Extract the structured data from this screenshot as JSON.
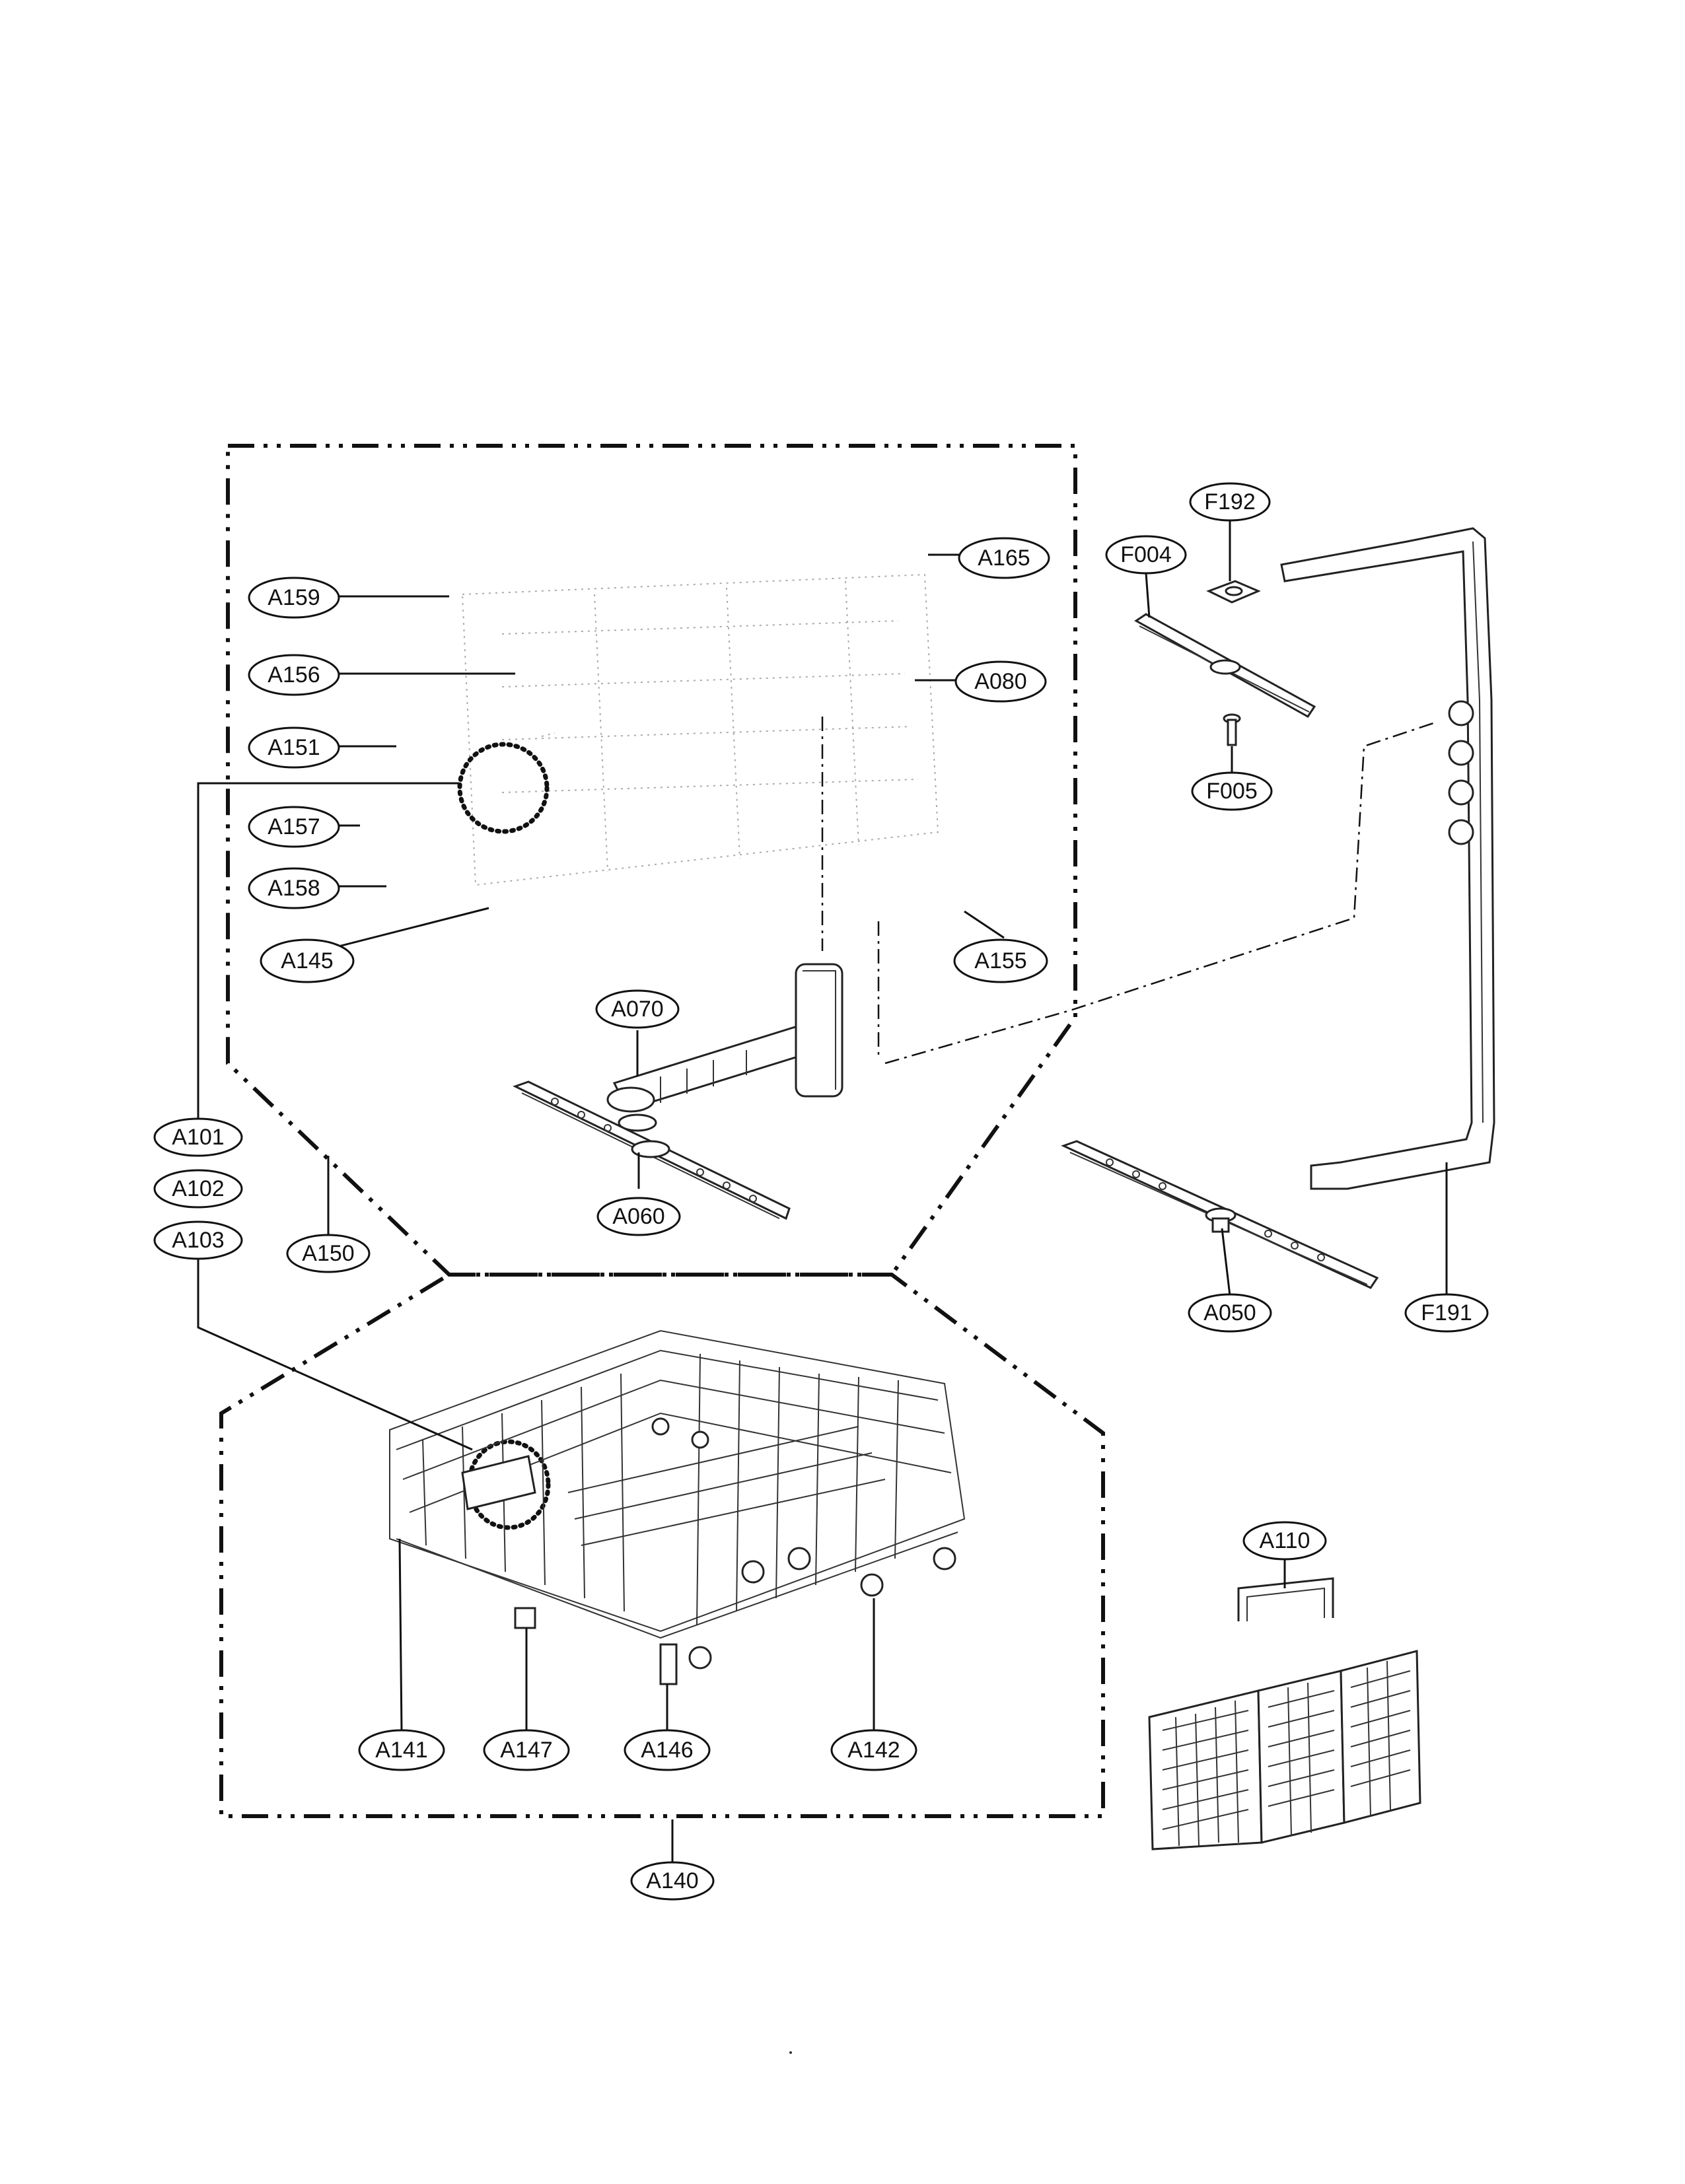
{
  "labels": [
    {
      "id": "F192",
      "text": "F192"
    },
    {
      "id": "A165",
      "text": "A165"
    },
    {
      "id": "F004",
      "text": "F004"
    },
    {
      "id": "A159",
      "text": "A159"
    },
    {
      "id": "A156",
      "text": "A156"
    },
    {
      "id": "A080",
      "text": "A080"
    },
    {
      "id": "A151",
      "text": "A151"
    },
    {
      "id": "F005",
      "text": "F005"
    },
    {
      "id": "A157",
      "text": "A157"
    },
    {
      "id": "A158",
      "text": "A158"
    },
    {
      "id": "A145",
      "text": "A145"
    },
    {
      "id": "A155",
      "text": "A155"
    },
    {
      "id": "A070",
      "text": "A070"
    },
    {
      "id": "A101",
      "text": "A101"
    },
    {
      "id": "A102",
      "text": "A102"
    },
    {
      "id": "A103",
      "text": "A103"
    },
    {
      "id": "A150",
      "text": "A150"
    },
    {
      "id": "A060",
      "text": "A060"
    },
    {
      "id": "A050",
      "text": "A050"
    },
    {
      "id": "F191",
      "text": "F191"
    },
    {
      "id": "A110",
      "text": "A110"
    },
    {
      "id": "A141",
      "text": "A141"
    },
    {
      "id": "A147",
      "text": "A147"
    },
    {
      "id": "A146",
      "text": "A146"
    },
    {
      "id": "A142",
      "text": "A142"
    },
    {
      "id": "A140",
      "text": "A140"
    }
  ]
}
